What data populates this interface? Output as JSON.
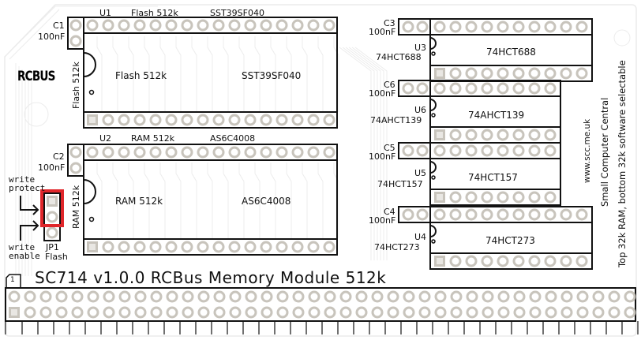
{
  "board": {
    "title": "SC714 v1.0.0 RCBus Memory Module 512k",
    "logo": "RCBUS",
    "pin1_marker": "1",
    "side_text": {
      "url": "www.scc.me.uk",
      "company": "Small Computer Central",
      "note": "Top 32k RAM, bottom 32k software selectable"
    },
    "colors": {
      "silkscreen": "#111111",
      "pad_fill": "#c8c4bc",
      "pad_hole": "#ffffff",
      "trace": "#e6e6e6",
      "highlight": "#e0262a"
    }
  },
  "chips": [
    {
      "ref": "U1",
      "part": "Flash 512k",
      "value": "SST39SF040",
      "body_left": "Flash 512k",
      "body_right": "SST39SF040",
      "side_label": "Flash 512k",
      "pins_per_row": 16
    },
    {
      "ref": "U2",
      "part": "RAM 512k",
      "value": "AS6C4008",
      "body_left": "RAM 512k",
      "body_right": "AS6C4008",
      "side_label": "RAM 512k",
      "pins_per_row": 16
    },
    {
      "ref": "U3",
      "value": "74HCT688",
      "body": "74HCT688",
      "pins_per_row": 10
    },
    {
      "ref": "U6",
      "value": "74AHCT139",
      "body": "74AHCT139",
      "pins_per_row": 8
    },
    {
      "ref": "U5",
      "value": "74HCT157",
      "body": "74HCT157",
      "pins_per_row": 8
    },
    {
      "ref": "U4",
      "value": "74HCT273",
      "body": "74HCT273",
      "pins_per_row": 10
    }
  ],
  "capacitors": [
    {
      "ref": "C1",
      "value": "100nF"
    },
    {
      "ref": "C2",
      "value": "100nF"
    },
    {
      "ref": "C3",
      "value": "100nF"
    },
    {
      "ref": "C6",
      "value": "100nF"
    },
    {
      "ref": "C5",
      "value": "100nF"
    },
    {
      "ref": "C4",
      "value": "100nF"
    }
  ],
  "jumper": {
    "ref": "JP1",
    "name": "Flash",
    "label_top": [
      "write",
      "protect"
    ],
    "label_bottom": [
      "write",
      "enable"
    ],
    "pins": 3,
    "selected_pins": "1-2 (write protect)"
  },
  "bus_header": {
    "rows": 2,
    "pins_per_row": 40
  }
}
